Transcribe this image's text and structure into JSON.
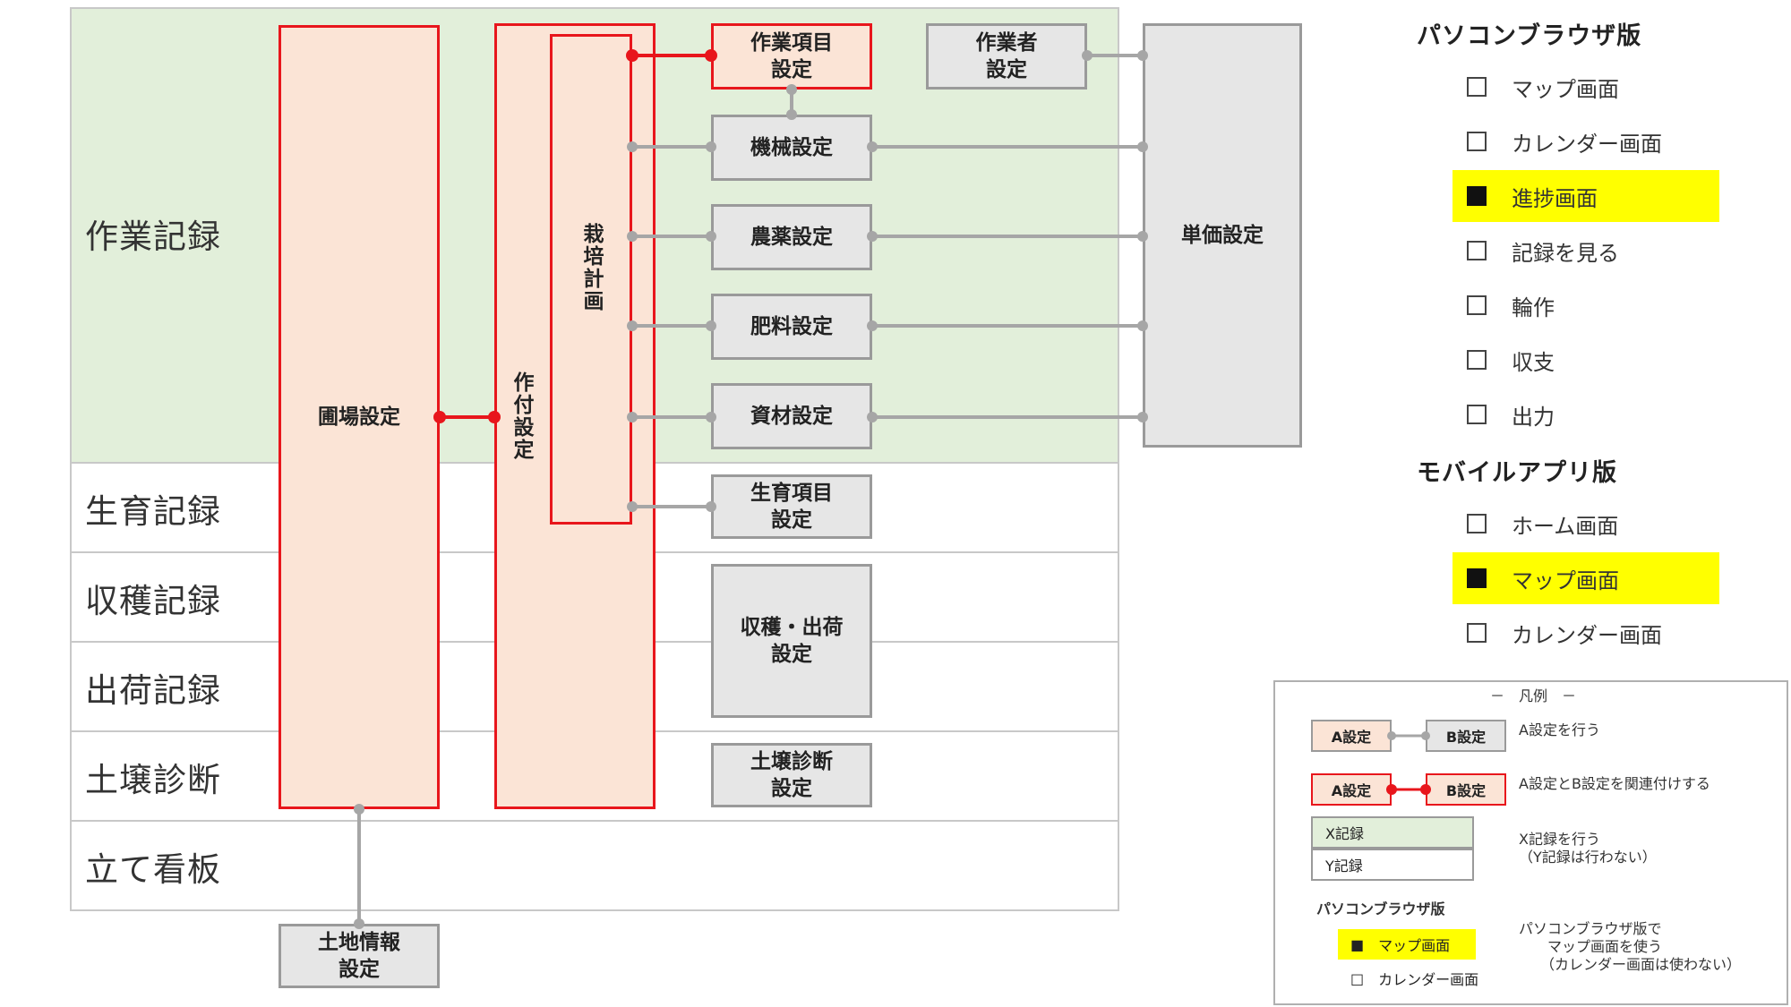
{
  "rows": [
    {
      "label": "作業記録",
      "recorded": true
    },
    {
      "label": "生育記録",
      "recorded": false
    },
    {
      "label": "収穫記録",
      "recorded": false
    },
    {
      "label": "出荷記録",
      "recorded": false
    },
    {
      "label": "土壌診断",
      "recorded": false
    },
    {
      "label": "立て看板",
      "recorded": false
    }
  ],
  "boxes": {
    "field_setting": "圃場設定",
    "planting_setting": "作付設定",
    "cultivation_plan": "栽培計画",
    "work_item_setting": "作業項目\n設定",
    "worker_setting": "作業者\n設定",
    "machine_setting": "機械設定",
    "pesticide_setting": "農薬設定",
    "fertilizer_setting": "肥料設定",
    "material_setting": "資材設定",
    "growth_item_setting": "生育項目\n設定",
    "harvest_ship_setting": "収穫・出荷\n設定",
    "soil_diagnosis_setting": "土壌診断\n設定",
    "land_info_setting": "土地情報\n設定",
    "unit_price_setting": "単価設定"
  },
  "pc_browser": {
    "heading": "パソコンブラウザ版",
    "items": [
      {
        "label": "マップ画面",
        "used": false
      },
      {
        "label": "カレンダー画面",
        "used": false
      },
      {
        "label": "進捗画面",
        "used": true
      },
      {
        "label": "記録を見る",
        "used": false
      },
      {
        "label": "輪作",
        "used": false
      },
      {
        "label": "収支",
        "used": false
      },
      {
        "label": "出力",
        "used": false
      }
    ]
  },
  "mobile_app": {
    "heading": "モバイルアプリ版",
    "items": [
      {
        "label": "ホーム画面",
        "used": false
      },
      {
        "label": "マップ画面",
        "used": true
      },
      {
        "label": "カレンダー画面",
        "used": false
      }
    ]
  },
  "legend": {
    "title": "－　凡例　－",
    "a_box": "A設定",
    "b_box": "B設定",
    "gray_link_desc": "A設定を行う",
    "red_link_desc": "A設定とB設定を関連付けする",
    "x_record": "X記録",
    "y_record": "Y記録",
    "record_desc": "X記録を行う\n（Y記録は行わない）",
    "pc_heading": "パソコンブラウザ版",
    "pc_used_label": "マップ画面",
    "pc_unused_label": "カレンダー画面",
    "pc_desc": "パソコンブラウザ版で\n　　マップ画面を使う\n　　（カレンダー画面は使わない）",
    "filled_mark": "■",
    "empty_mark": "□"
  },
  "colors": {
    "record_green": "#e2efda",
    "setting_peach": "#fbe4d6",
    "link_red": "#e8161c",
    "link_gray": "#a6a6a6",
    "highlight_yellow": "#ffff00"
  }
}
